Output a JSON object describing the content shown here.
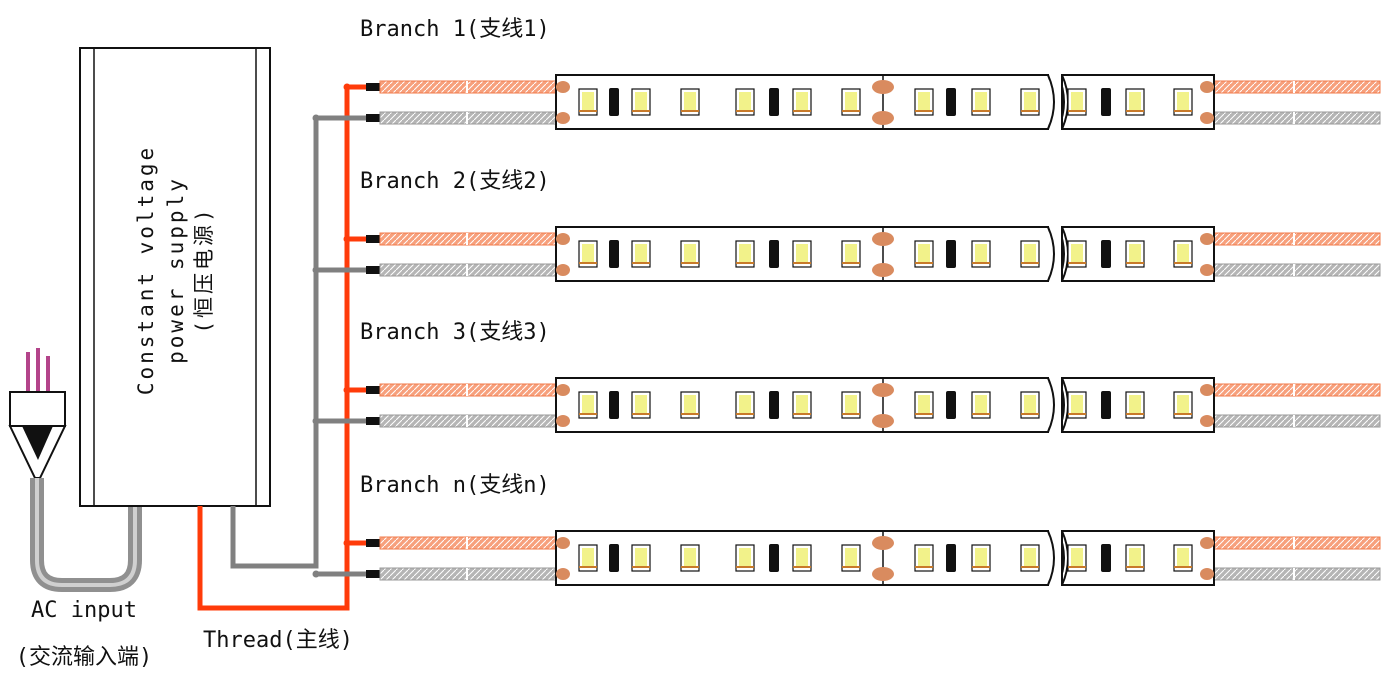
{
  "power_supply": {
    "line1": "Constant voltage",
    "line2": "power supply",
    "line3": "(恒压电源)"
  },
  "ac_input": {
    "label": "AC input",
    "label_cn": "(交流输入端)"
  },
  "thread": {
    "label": "Thread(主线)"
  },
  "branches": [
    {
      "label": "Branch 1(支线1)"
    },
    {
      "label": "Branch 2(支线2)"
    },
    {
      "label": "Branch 3(支线3)"
    },
    {
      "label": "Branch n(支线n)"
    }
  ],
  "colors": {
    "positive_wire": "#ff3b0a",
    "negative_wire": "#808080",
    "strip_pad": "#d98b5f",
    "led_chip": "#f2f28a",
    "resistor": "#111111",
    "plug_pins": "#b3448a"
  }
}
